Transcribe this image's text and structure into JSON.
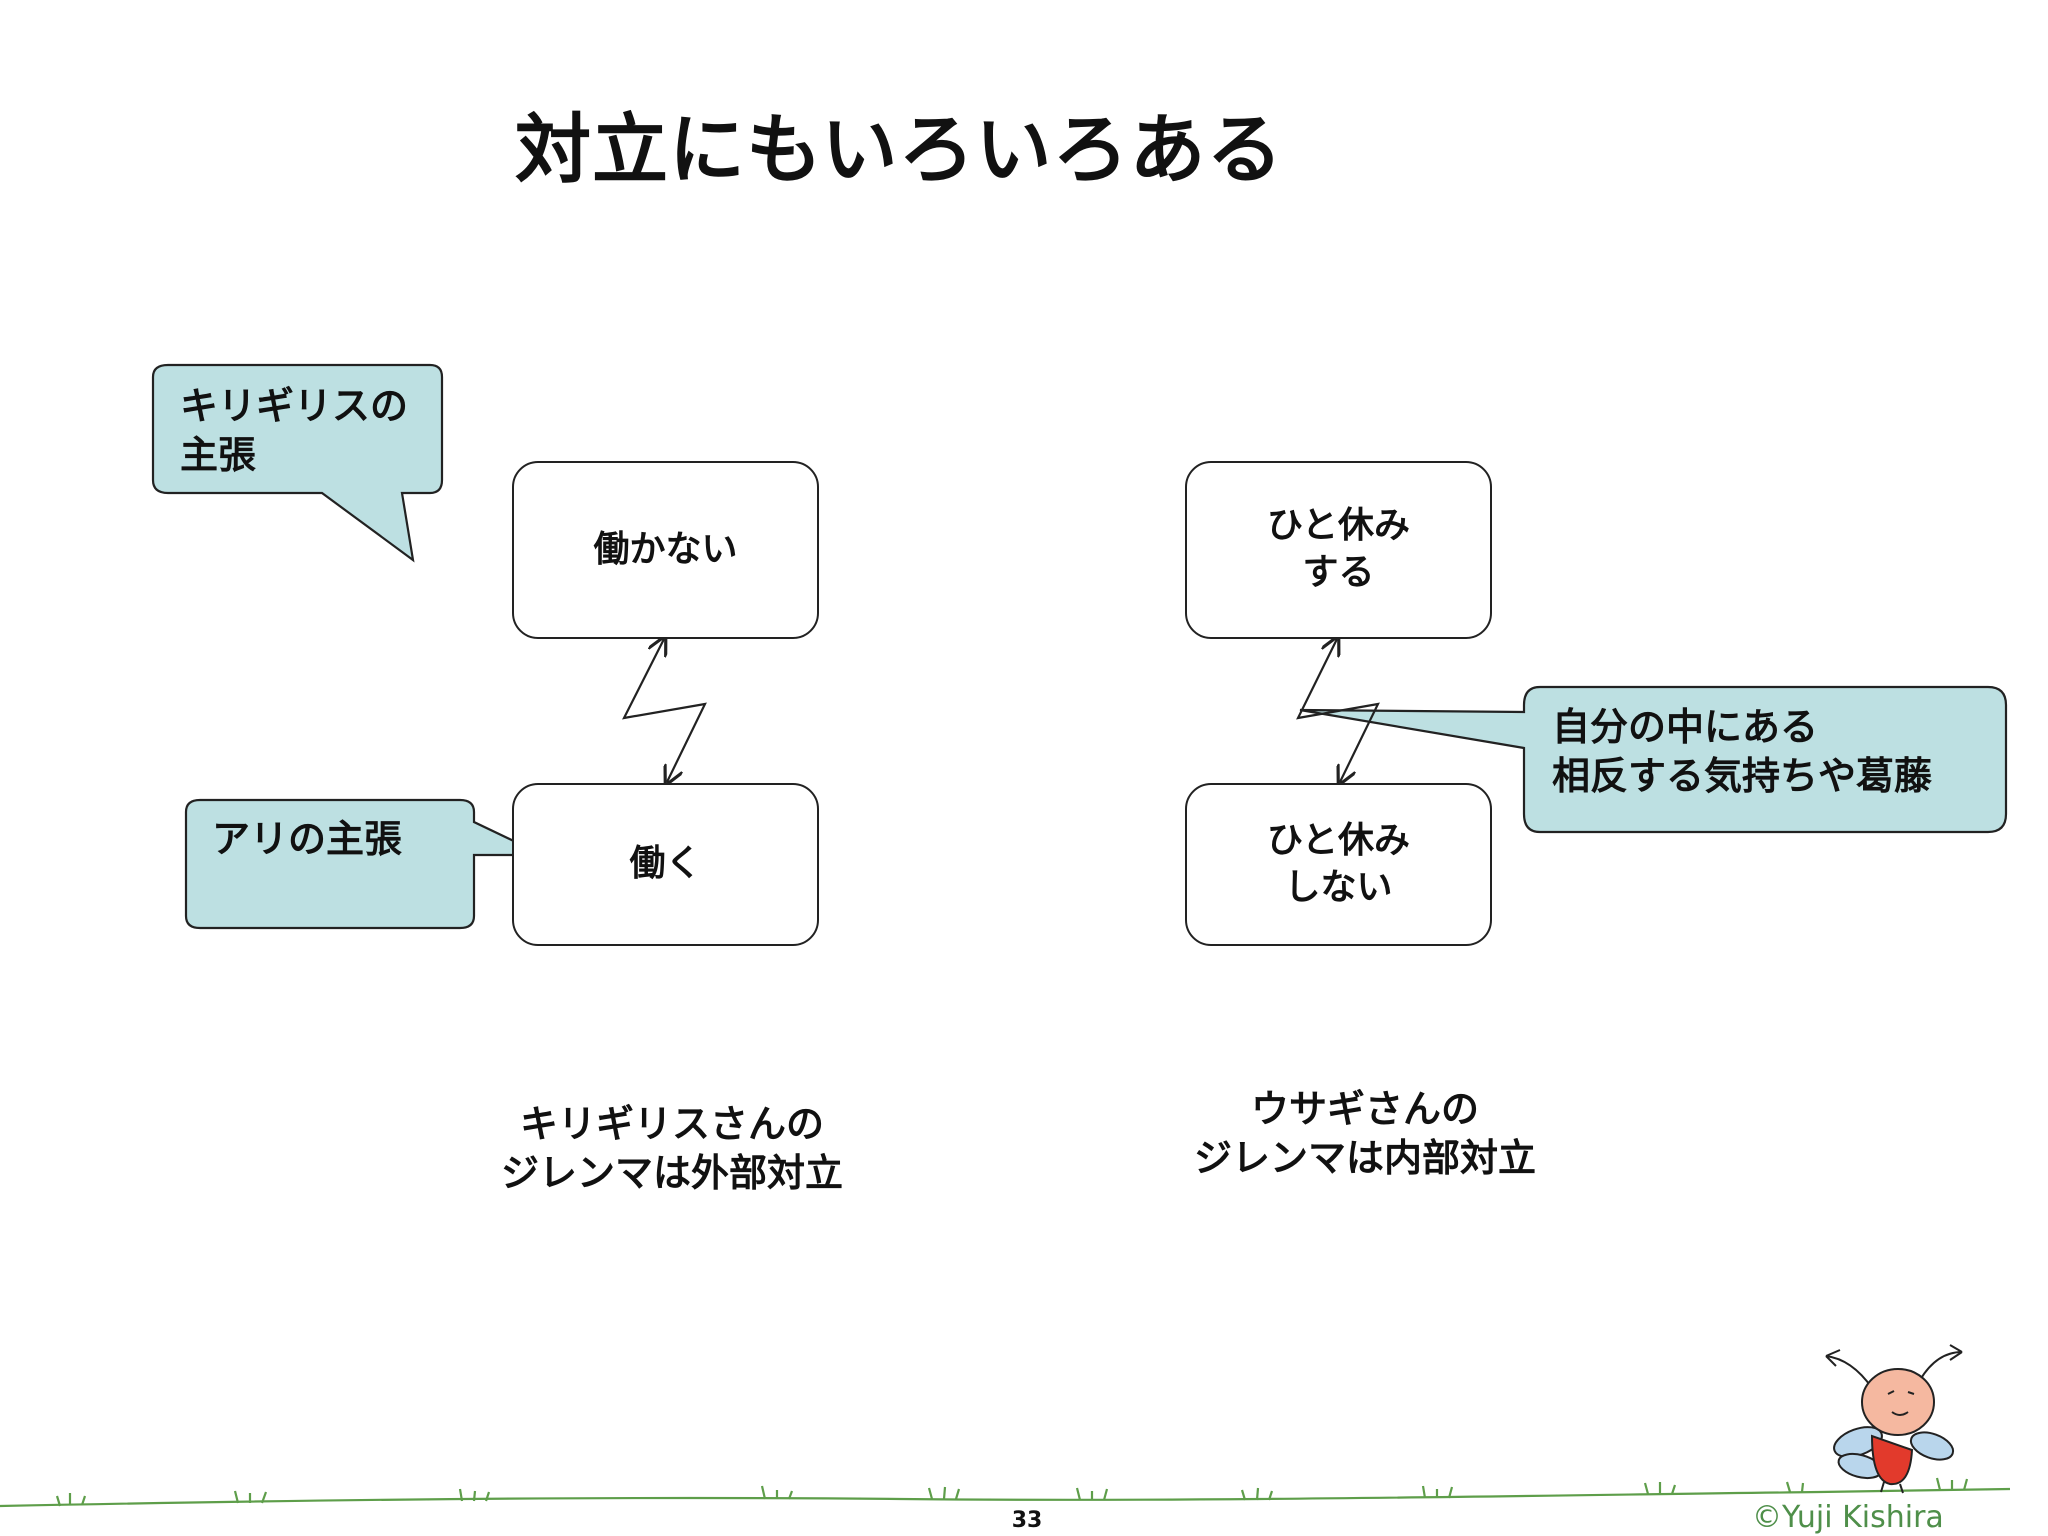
{
  "title": "対立にもいろいろある",
  "left_diagram": {
    "top_box": "働かない",
    "bottom_box": "働く",
    "callout_top": "キリギリスの\n主張",
    "callout_bottom": "アリの主張",
    "caption": "キリギリスさんの\nジレンマは外部対立"
  },
  "right_diagram": {
    "top_box": "ひと休み\nする",
    "bottom_box": "ひと休み\nしない",
    "callout": "自分の中にある\n相反する気持ちや葛藤",
    "caption": "ウサギさんの\nジレンマは内部対立"
  },
  "footer": {
    "page_number": "33",
    "copyright": "©Yuji Kishira"
  },
  "colors": {
    "callout_fill": "#bde0e2",
    "grass": "#5e9e4a",
    "character_body": "#f5b8a0",
    "character_shirt": "#e23a2c",
    "character_wings": "#b9d6ec"
  },
  "icons": {
    "mascot": "bug-character-icon",
    "conflict_arrow": "lightning-arrow-icon"
  }
}
